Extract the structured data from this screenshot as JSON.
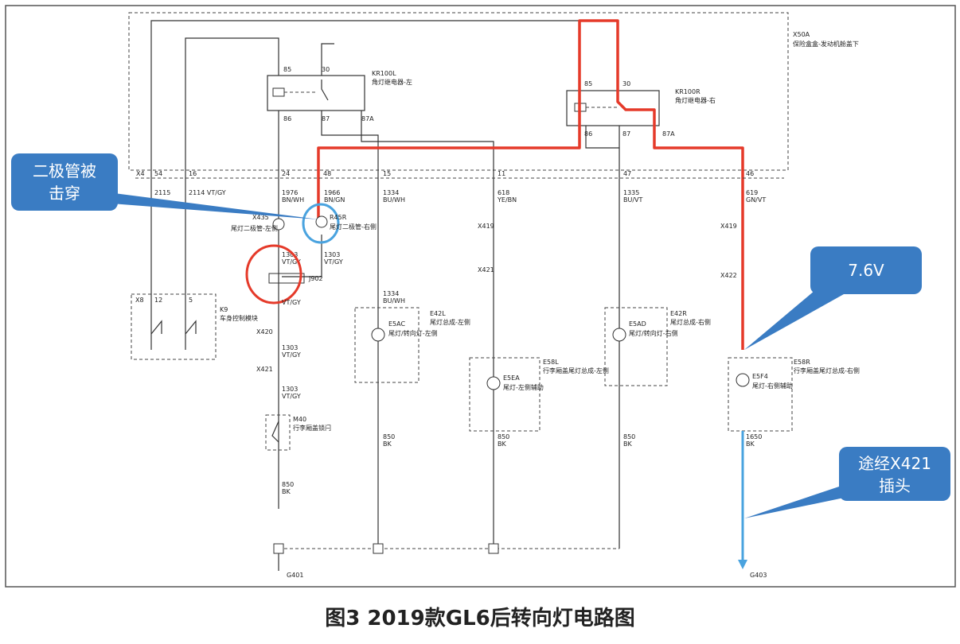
{
  "caption": "图3 2019款GL6后转向灯电路图",
  "callouts": {
    "diode": "二极管被击穿",
    "voltage": "7.6V",
    "via": "途经X421插头"
  },
  "colors": {
    "highlight_path": "#e53a2a",
    "circle_marker": "#e53a2a",
    "diode_marker": "#4aa3df",
    "callout_bg": "#3a7cc3"
  },
  "box_x50a": {
    "id": "X50A",
    "desc": "保险盒盒-发动机舱盖下"
  },
  "relays": {
    "left": {
      "id": "KR100L",
      "desc": "角灯继电器-左",
      "pins": [
        "85",
        "30",
        "86",
        "87",
        "87A"
      ]
    },
    "right": {
      "id": "KR100R",
      "desc": "角灯继电器-右",
      "pins": [
        "85",
        "30",
        "86",
        "87",
        "87A"
      ]
    }
  },
  "connector_x4": {
    "id": "X4",
    "pins": [
      "54",
      "16",
      "24",
      "48",
      "15",
      "11",
      "47",
      "46"
    ]
  },
  "wires": {
    "w2115": "2115",
    "w2114": "2114 VT/GY",
    "w1976": [
      "1976",
      "BN/WH"
    ],
    "w1966": [
      "1966",
      "BN/GN"
    ],
    "w1334": [
      "1334",
      "BU/WH"
    ],
    "w618": [
      "618",
      "YE/BN"
    ],
    "w1335": [
      "1335",
      "BU/VT"
    ],
    "w619": [
      "619",
      "GN/VT"
    ],
    "w1303": [
      "1303",
      "VT/GY"
    ],
    "w1650": [
      "1650",
      "BK"
    ],
    "w850": [
      "850",
      "BK"
    ]
  },
  "diodes": {
    "left": {
      "id": "X435",
      "desc": "尾灯二极管-左侧"
    },
    "right": {
      "id": "R45R",
      "desc": "尾灯二极管-右侧"
    }
  },
  "splice": "J902",
  "module_k9": {
    "id": "K9",
    "desc": "车身控制模块",
    "pins": [
      "X8",
      "12",
      "5"
    ]
  },
  "connectors": {
    "x420": "X420",
    "x421": "X421",
    "x419": "X419",
    "x422": "X422"
  },
  "switch_m40": {
    "id": "M40",
    "desc": "行李厢盖锁闩"
  },
  "lamps": {
    "e42l": {
      "asm": "E42L",
      "asm_desc": "尾灯总成-左侧",
      "id": "E5AC",
      "desc": "尾灯/转向灯-左侧"
    },
    "e58l": {
      "asm": "E58L",
      "asm_desc": "行李厢盖尾灯总成-左侧",
      "id": "E5EA",
      "desc": "尾灯-左侧辅助"
    },
    "e42r": {
      "asm": "E42R",
      "asm_desc": "尾灯总成-右侧",
      "id": "E5AD",
      "desc": "尾灯/转向灯-右侧"
    },
    "e58r": {
      "asm": "E58R",
      "asm_desc": "行李厢盖尾灯总成-右侧",
      "id": "E5F4",
      "desc": "尾灯-右侧辅助"
    }
  },
  "grounds": {
    "left": "G401",
    "right": "G403"
  }
}
